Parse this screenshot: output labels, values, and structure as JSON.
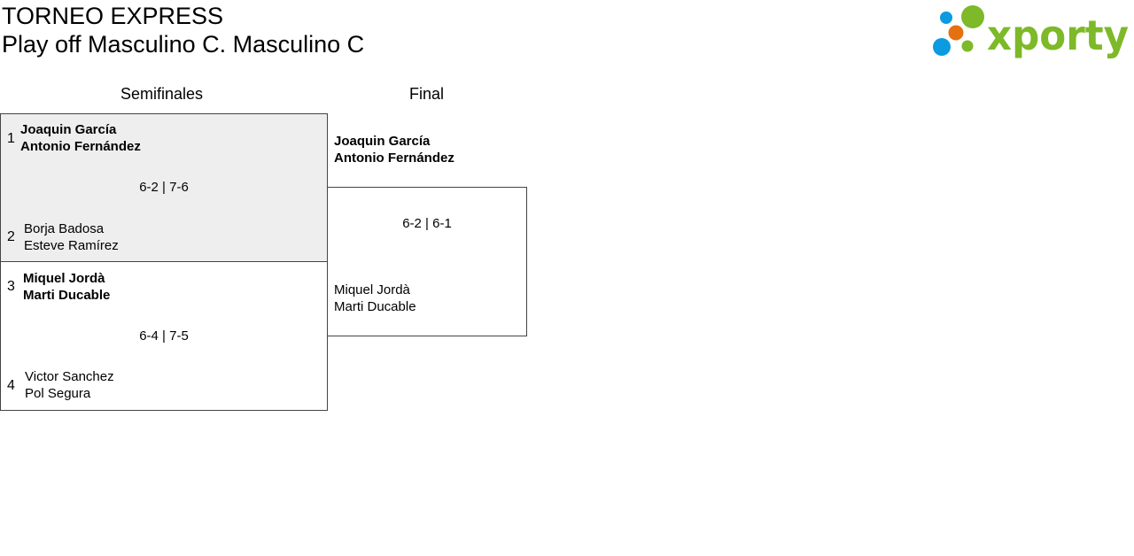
{
  "header": {
    "title": "TORNEO EXPRESS",
    "subtitle": "Play off Masculino C. Masculino C",
    "logo_text": "xporty"
  },
  "rounds": [
    {
      "label": "Semifinales"
    },
    {
      "label": "Final"
    }
  ],
  "semifinals": [
    {
      "score": "6-2 | 7-6",
      "team1": {
        "seed": "1",
        "players": [
          "Joaquin García",
          "Antonio Fernández"
        ],
        "winner": true
      },
      "team2": {
        "seed": "2",
        "players": [
          "Borja Badosa",
          "Esteve Ramírez"
        ],
        "winner": false
      }
    },
    {
      "score": "6-4 | 7-5",
      "team1": {
        "seed": "3",
        "players": [
          "Miquel Jordà",
          "Marti Ducable"
        ],
        "winner": true
      },
      "team2": {
        "seed": "4",
        "players": [
          "Victor Sanchez",
          "Pol Segura"
        ],
        "winner": false
      }
    }
  ],
  "final": {
    "score": "6-2 | 6-1",
    "team1": {
      "players": [
        "Joaquin García",
        "Antonio Fernández"
      ],
      "winner": true
    },
    "team2": {
      "players": [
        "Miquel Jordà",
        "Marti Ducable"
      ],
      "winner": false
    }
  },
  "colors": {
    "highlight_bg": "#eeeeee",
    "logo_green": "#7db928",
    "logo_blue": "#0a9be0",
    "logo_orange": "#e4700f"
  }
}
